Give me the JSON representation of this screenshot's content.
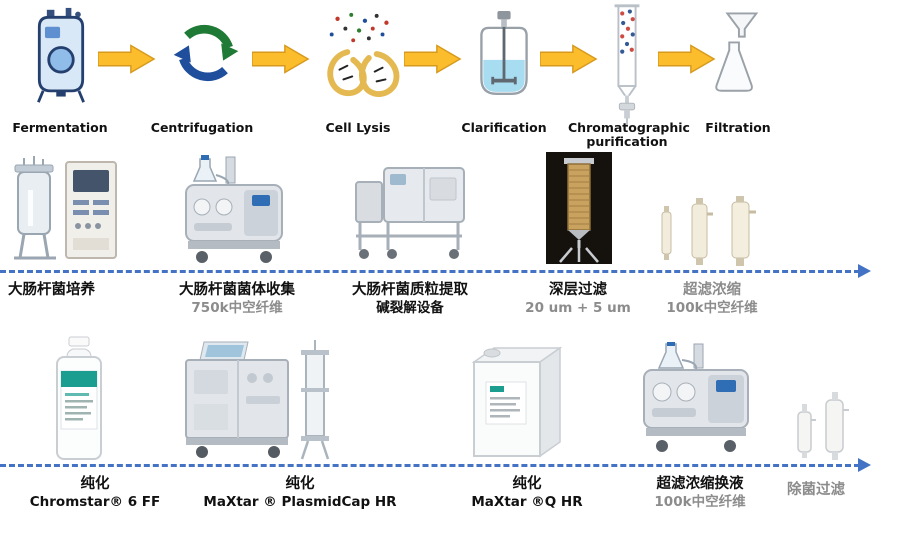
{
  "flow": {
    "steps": [
      {
        "label": "Fermentation",
        "icon": "fermenter-icon"
      },
      {
        "label": "Centrifugation",
        "icon": "centrifuge-icon"
      },
      {
        "label": "Cell Lysis",
        "icon": "cell-lysis-icon"
      },
      {
        "label": "Clarification",
        "icon": "stirred-tank-icon"
      },
      {
        "label": "Chromatographic purification",
        "icon": "chromatography-column-icon"
      },
      {
        "label": "Filtration",
        "icon": "funnel-flask-icon"
      }
    ],
    "connector_icon": "yellow-block-arrow"
  },
  "stage1": {
    "items": [
      {
        "title": "大肠杆菌培养",
        "subtitle": "",
        "photo": "fermenter-system-photo"
      },
      {
        "title": "大肠杆菌菌体收集",
        "subtitle": "750k中空纤维",
        "photo": "hollow-fiber-tff-system-photo"
      },
      {
        "title": "大肠杆菌质粒提取",
        "subtitle": "碱裂解设备",
        "photo": "alkaline-lysis-equipment-photo"
      },
      {
        "title": "深层过滤",
        "subtitle": "20 um + 5 um",
        "photo": "depth-filter-column-photo"
      },
      {
        "title": "超滤浓缩",
        "subtitle": "100k中空纤维",
        "photo": "hollow-fiber-cartridges-photo"
      }
    ]
  },
  "stage2": {
    "items": [
      {
        "title": "纯化",
        "subtitle": "Chromstar® 6 FF",
        "photo": "chromstar-media-bottle-photo"
      },
      {
        "title": "纯化",
        "subtitle": "MaXtar ® PlasmidCap HR",
        "photo": "chromatography-system-photo"
      },
      {
        "title": "纯化",
        "subtitle": "MaXtar ®Q HR",
        "photo": "buffer-jerrycan-photo"
      },
      {
        "title": "超滤浓缩换液",
        "subtitle": "100k中空纤维",
        "photo": "hollow-fiber-tff-system-photo"
      },
      {
        "title": "除菌过滤",
        "subtitle": "",
        "photo": "sterile-filter-capsules-photo"
      }
    ]
  },
  "colors": {
    "arrow_yellow": "#FBBD2B",
    "arrow_yellow_border": "#D79A1F",
    "dashed_line_blue": "#4472C4",
    "muted_text": "#8C8C8C",
    "text": "#111111",
    "label_teal": "#1B9E90"
  }
}
